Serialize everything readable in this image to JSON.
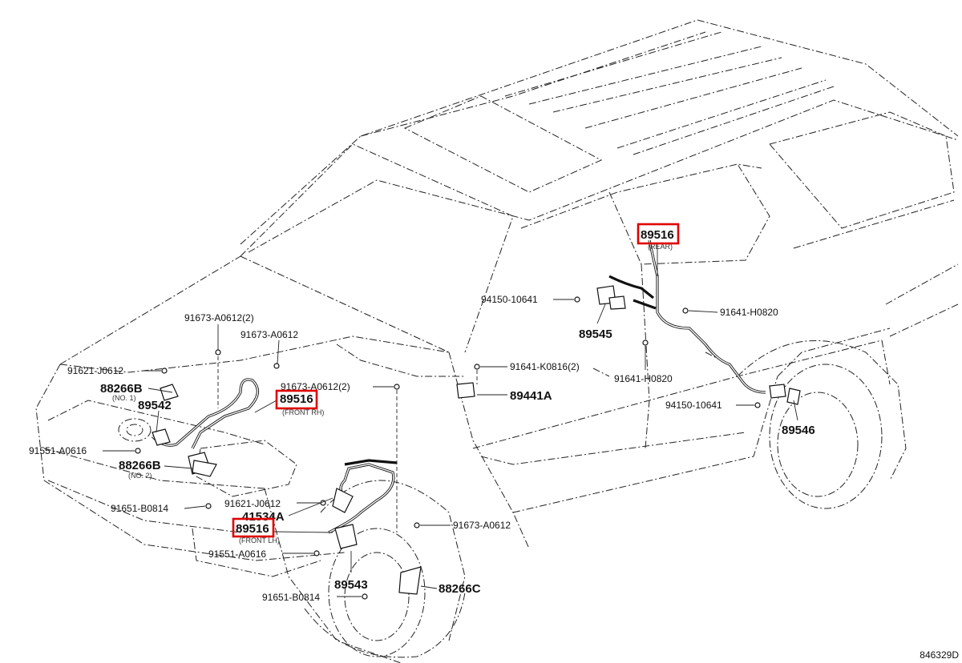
{
  "diagram_id": "846329D",
  "highlight_color": "#e00000",
  "labels": {
    "l_91673_a0612_2_top": "91673-A0612(2)",
    "l_91673_a0612_top": "91673-A0612",
    "l_91621_j0612_top": "91621-J0612",
    "l_88266b_no1": "88266B",
    "l_no1": "(NO. 1)",
    "l_89542": "89542",
    "l_91551_a0616_left": "91551-A0616",
    "l_88266b_no2": "88266B",
    "l_no2": "(NO. 2)",
    "l_91651_b0814_left": "91651-B0814",
    "l_89516_front_rh": "89516",
    "l_front_rh": "(FRONT RH)",
    "l_91673_a0612_2_mid": "91673-A0612(2)",
    "l_91621_j0612_mid": "91621-J0612",
    "l_41534a": "41534A",
    "l_89516_front_lh": "89516",
    "l_front_lh": "(FRONT LH)",
    "l_91551_a0616_low": "91551-A0616",
    "l_89543": "89543",
    "l_91651_b0814_low": "91651-B0814",
    "l_88266c": "88266C",
    "l_91673_a0612_low": "91673-A0612",
    "l_94150_10641_top": "94150-10641",
    "l_89545": "89545",
    "l_91641_k0816_2": "91641-K0816(2)",
    "l_89441a": "89441A",
    "l_89516_rear": "89516",
    "l_rear": "(REAR)",
    "l_91641_h0820_right": "91641-H0820",
    "l_91641_h0820_mid": "91641-H0820",
    "l_94150_10641_low": "94150-10641",
    "l_89546": "89546"
  }
}
